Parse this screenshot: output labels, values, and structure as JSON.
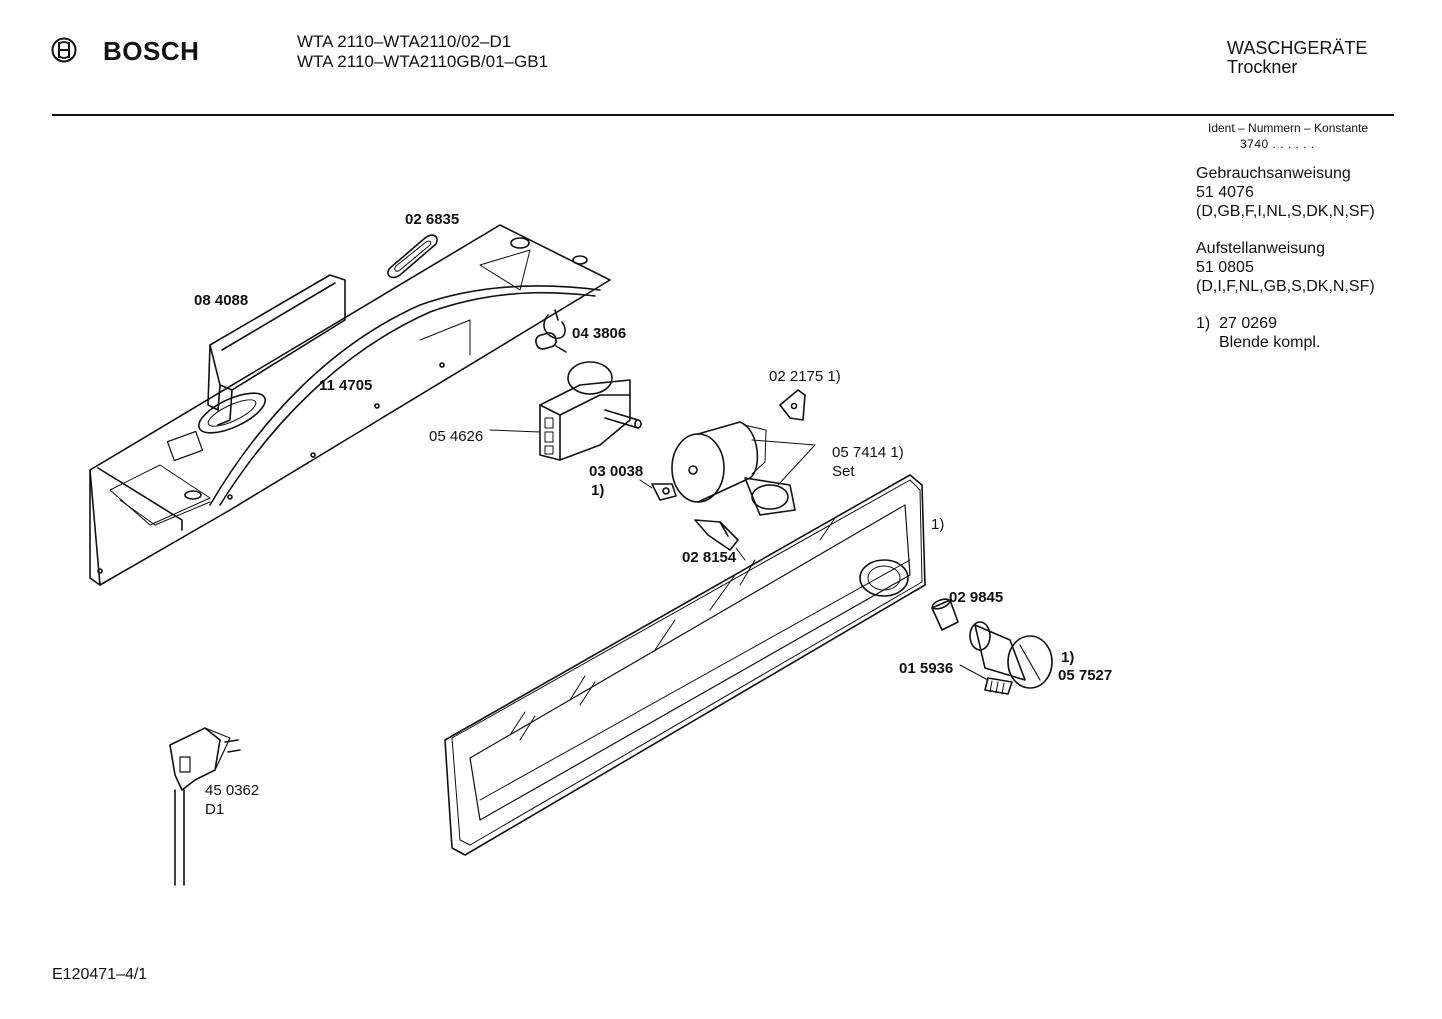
{
  "header": {
    "brand": "BOSCH",
    "model_line_1": "WTA 2110–WTA2110/02–D1",
    "model_line_2": "WTA 2110–WTA2110GB/01–GB1",
    "category_line_1": "WASCHGERÄTE",
    "category_line_2": "Trockner"
  },
  "sidebar": {
    "ident_label": "Ident – Nummern – Konstante",
    "ident_code": "3740 . .   . . . .",
    "manual_title": "Gebrauchsanweisung",
    "manual_number": "51 4076",
    "manual_langs": "(D,GB,F,I,NL,S,DK,N,SF)",
    "install_title": "Aufstellanweisung",
    "install_number": "51 0805",
    "install_langs": "(D,I,F,NL,GB,S,DK,N,SF)",
    "note_marker": "1)",
    "note_number": "27 0269",
    "note_text": "Blende kompl."
  },
  "parts": {
    "p026835": "02 6835",
    "p084088": "08 4088",
    "p043806": "04 3806",
    "p114705": "11 4705",
    "p054626": "05 4626",
    "p022175": "02 2175 1)",
    "p057414": "05 7414 1)",
    "p057414_set": "Set",
    "p030038": "03 0038",
    "p030038_note": "1)",
    "p028154": "02 8154",
    "panel_note": "1)",
    "p029845": "02 9845",
    "p015936": "01 5936",
    "p057527_note": "1)",
    "p057527": "05 7527",
    "p450362": "45 0362",
    "p450362_variant": "D1"
  },
  "footer": {
    "drawing_id": "E120471–4/1"
  }
}
